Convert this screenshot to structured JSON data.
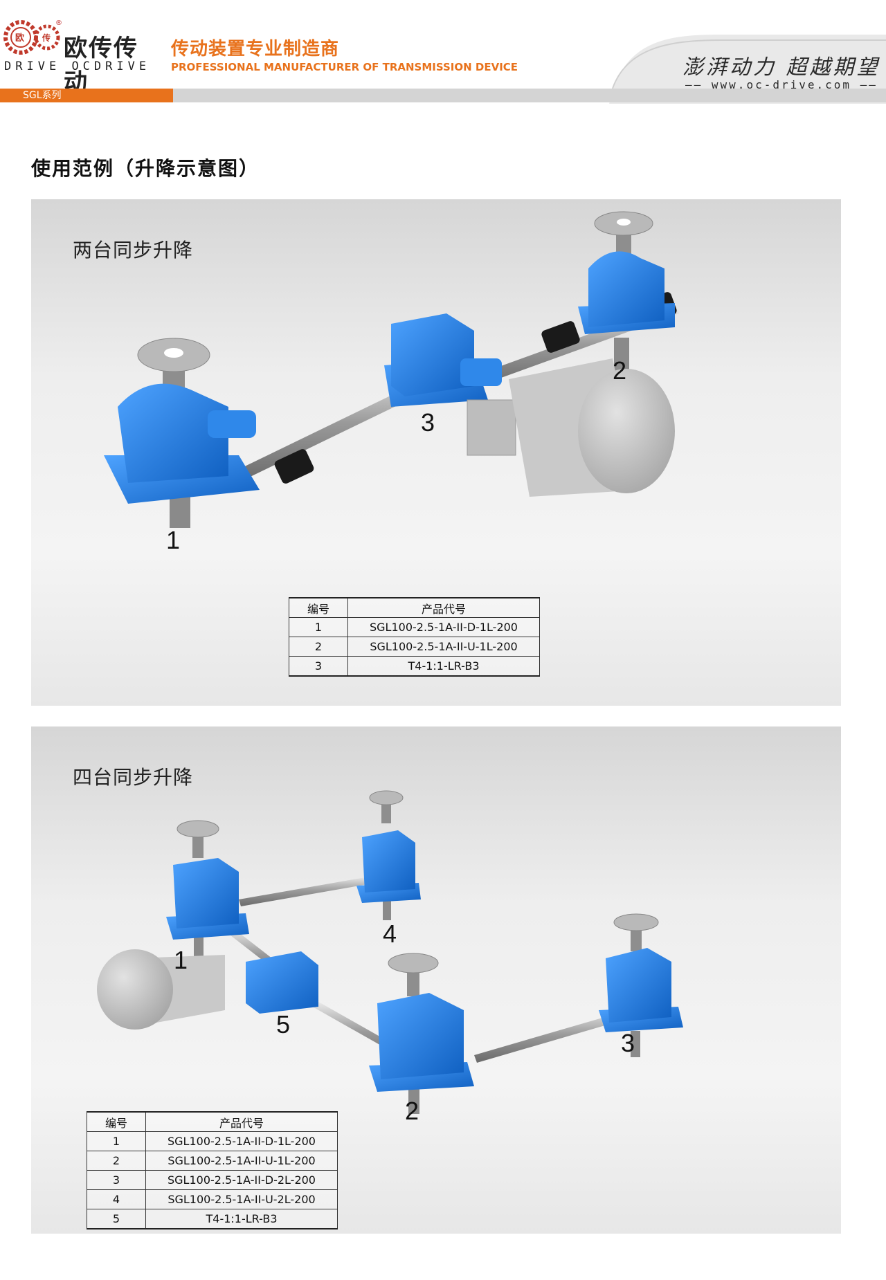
{
  "header": {
    "brand_cn": "欧传传动",
    "brand_en": "OCDRIVE",
    "logo_left_letters": "DRIVE",
    "logo_badge_1": "欧",
    "logo_badge_2": "传",
    "registered": "®",
    "tagline_cn": "传动装置专业制造商",
    "tagline_en": "PROFESSIONAL MANUFACTURER OF TRANSMISSION DEVICE",
    "slogan": "澎湃动力 超越期望",
    "website": "www.oc-drive.com",
    "series_tab": "SGL系列"
  },
  "colors": {
    "accent_orange": "#e8721c",
    "jack_blue": "#1f7fe0",
    "motor_gray": "#c8c8c8",
    "coupling_black": "#1a1a1a"
  },
  "section_title": "使用范例（升降示意图）",
  "example1": {
    "title": "两台同步升降",
    "labels": [
      "1",
      "2",
      "3"
    ],
    "table": {
      "headers": [
        "编号",
        "产品代号"
      ],
      "rows": [
        [
          "1",
          "SGL100-2.5-1A-II-D-1L-200"
        ],
        [
          "2",
          "SGL100-2.5-1A-II-U-1L-200"
        ],
        [
          "3",
          "T4-1:1-LR-B3"
        ]
      ]
    }
  },
  "example2": {
    "title": "四台同步升降",
    "labels": [
      "1",
      "2",
      "3",
      "4",
      "5"
    ],
    "table": {
      "headers": [
        "编号",
        "产品代号"
      ],
      "rows": [
        [
          "1",
          "SGL100-2.5-1A-II-D-1L-200"
        ],
        [
          "2",
          "SGL100-2.5-1A-II-U-1L-200"
        ],
        [
          "3",
          "SGL100-2.5-1A-II-D-2L-200"
        ],
        [
          "4",
          "SGL100-2.5-1A-II-U-2L-200"
        ],
        [
          "5",
          "T4-1:1-LR-B3"
        ]
      ]
    }
  }
}
